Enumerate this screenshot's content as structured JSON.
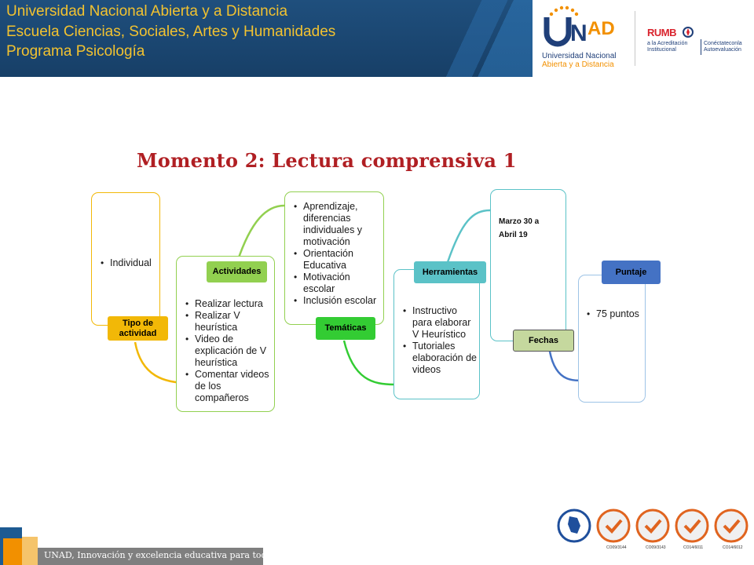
{
  "header": {
    "line1": "Universidad Nacional Abierta y a Distancia",
    "line2": "Escuela Ciencias, Sociales, Artes y Humanidades",
    "line3": "Programa Psicología"
  },
  "logo": {
    "name_line1": "Universidad Nacional",
    "name_line2": "Abierta y a Distancia",
    "rumbo_title": "RUMB",
    "rumbo_line1": "a la Acreditación",
    "rumbo_line2": "Institucional",
    "rumbo_right1": "Conéctateconla",
    "rumbo_right2": "Autoevaluación"
  },
  "title": "Momento 2: Lectura comprensiva 1",
  "diagram": {
    "tipo": {
      "label": "Tipo de actividad",
      "items": [
        "Individual"
      ]
    },
    "actividades": {
      "label": "Actividades",
      "items": [
        "Realizar lectura",
        "Realizar V heurística",
        "Video de explicación de V heurística",
        "Comentar videos de los compañeros"
      ]
    },
    "tematicas": {
      "label": "Temáticas",
      "items": [
        "Aprendizaje, diferencias individuales  y motivación",
        "Orientación Educativa",
        "Motivación escolar",
        "Inclusión escolar"
      ]
    },
    "herramientas": {
      "label": "Herramientas",
      "items": [
        "Instructivo para elaborar V Heurístico",
        "Tutoriales elaboración de videos"
      ]
    },
    "fechas": {
      "label": "Fechas",
      "line1": "Marzo 30 a",
      "line2": "Abril 19"
    },
    "puntaje": {
      "label": "Puntaje",
      "items": [
        "75 puntos"
      ]
    }
  },
  "colors": {
    "yellow": "#f2b807",
    "lightgreen": "#92d050",
    "green": "#33cc33",
    "teal": "#5bc2c7",
    "olive": "#c5d89e",
    "blue": "#4472c4",
    "title_red": "#b01f23",
    "header_blue": "#1f4f7d",
    "header_text": "#f2c230"
  },
  "footer": {
    "slogan": "UNAD, Innovación y excelencia educativa para todos.",
    "cert_codes": [
      "CO09/3144",
      "CO09/3143",
      "CO14/6011",
      "CO14/6012"
    ]
  }
}
